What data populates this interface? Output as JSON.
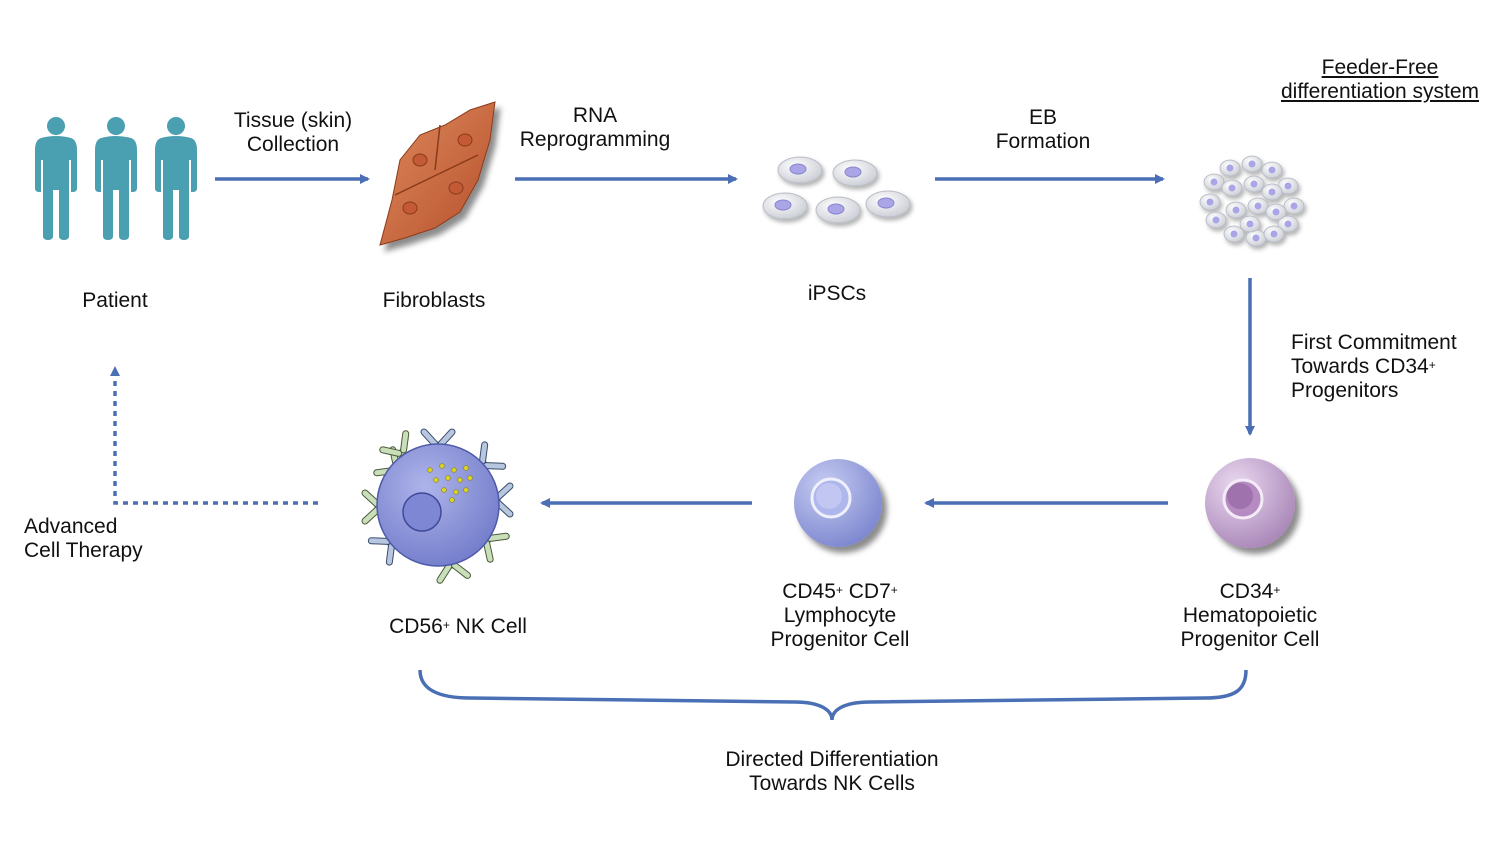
{
  "header": {
    "line1": "Feeder-Free",
    "line2": "differentiation system"
  },
  "nodes": {
    "patient": "Patient",
    "fibroblasts": "Fibroblasts",
    "ipscs": "iPSCs",
    "nk_cell": {
      "prefix": "CD56",
      "sup": "+",
      "suffix": " NK Cell"
    },
    "lymphocyte": {
      "l1_a": "CD45",
      "l1_a_sup": "+",
      "l1_b": " CD7",
      "l1_b_sup": "+",
      "l2": "Lymphocyte",
      "l3": "Progenitor Cell"
    },
    "hematopoietic": {
      "l1": "CD34",
      "l1_sup": "+",
      "l2": "Hematopoietic",
      "l3": "Progenitor Cell"
    }
  },
  "steps": {
    "tissue": {
      "l1": "Tissue (skin)",
      "l2": "Collection"
    },
    "rna": {
      "l1": "RNA",
      "l2": "Reprogramming"
    },
    "eb": {
      "l1": "EB",
      "l2": "Formation"
    },
    "commitment": {
      "l1": "First Commitment",
      "l2": "Towards CD34",
      "l2_sup": "+",
      "l3": "Progenitors"
    },
    "advanced": {
      "l1": "Advanced",
      "l2": "Cell Therapy"
    },
    "directed": {
      "l1": "Directed Differentiation",
      "l2": "Towards NK Cells"
    }
  },
  "colors": {
    "arrow": "#4a6fb5",
    "person": "#4a9fb0",
    "fibroblast": "#c8613a",
    "ipsc_nucleus": "#a9a5e6",
    "lympho_cell": "#9aa4e0",
    "hema_cell": "#c7a7d2",
    "nk_cell": "#8f97dc",
    "granule": "#d9d228"
  },
  "icons": [
    "person-icon",
    "fibroblast-icon",
    "ipsc-cell-icon",
    "embryoid-body-icon",
    "hematopoietic-cell-icon",
    "lymphocyte-cell-icon",
    "nk-cell-icon"
  ]
}
